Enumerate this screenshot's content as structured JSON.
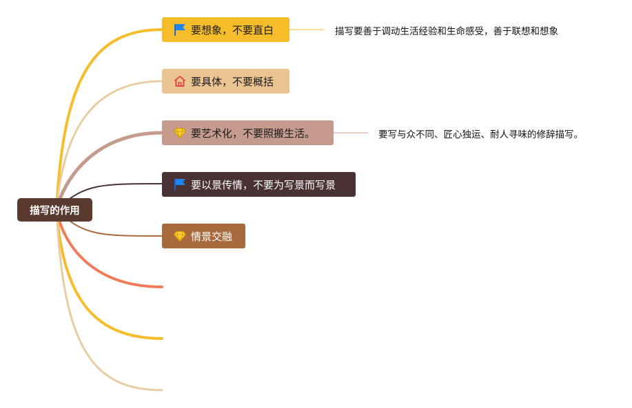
{
  "root": {
    "label": "描写的作用",
    "color": "#5a3a2f"
  },
  "branches": [
    {
      "label": "要想象，不要直白",
      "icon": "blue-flag-icon",
      "fill": "#f6bd2b",
      "text": "#1a1a1a",
      "line": "#f6bd2b",
      "note": "描写要善于调动生活经验和生命感受，善于联想和想象"
    },
    {
      "label": "要具体，不要概括",
      "icon": "red-house-icon",
      "fill": "#ebc591",
      "text": "#1a1a1a",
      "line": "#e8cca2",
      "note": ""
    },
    {
      "label": "要艺术化，不要照搬生活。",
      "icon": "yellow-diamond-icon",
      "fill": "#c49b8d",
      "text": "#1a1a1a",
      "line": "#c49b8d",
      "note": "要写与众不同、匠心独运、耐人寻味的修辞描写。"
    },
    {
      "label": "要以景传情，不要为写景而写景",
      "icon": "blue-flag-icon",
      "fill": "#4a3134",
      "text": "#ffffff",
      "line": "#4a3134",
      "note": ""
    },
    {
      "label": "情景交融",
      "icon": "yellow-diamond-icon",
      "fill": "#a8693d",
      "text": "#ffffff",
      "line": "#a8693d",
      "note": ""
    }
  ],
  "empty_branches": [
    {
      "line": "#f47b5a"
    },
    {
      "line": "#f6bd2b"
    },
    {
      "line": "#e8cca2"
    }
  ]
}
